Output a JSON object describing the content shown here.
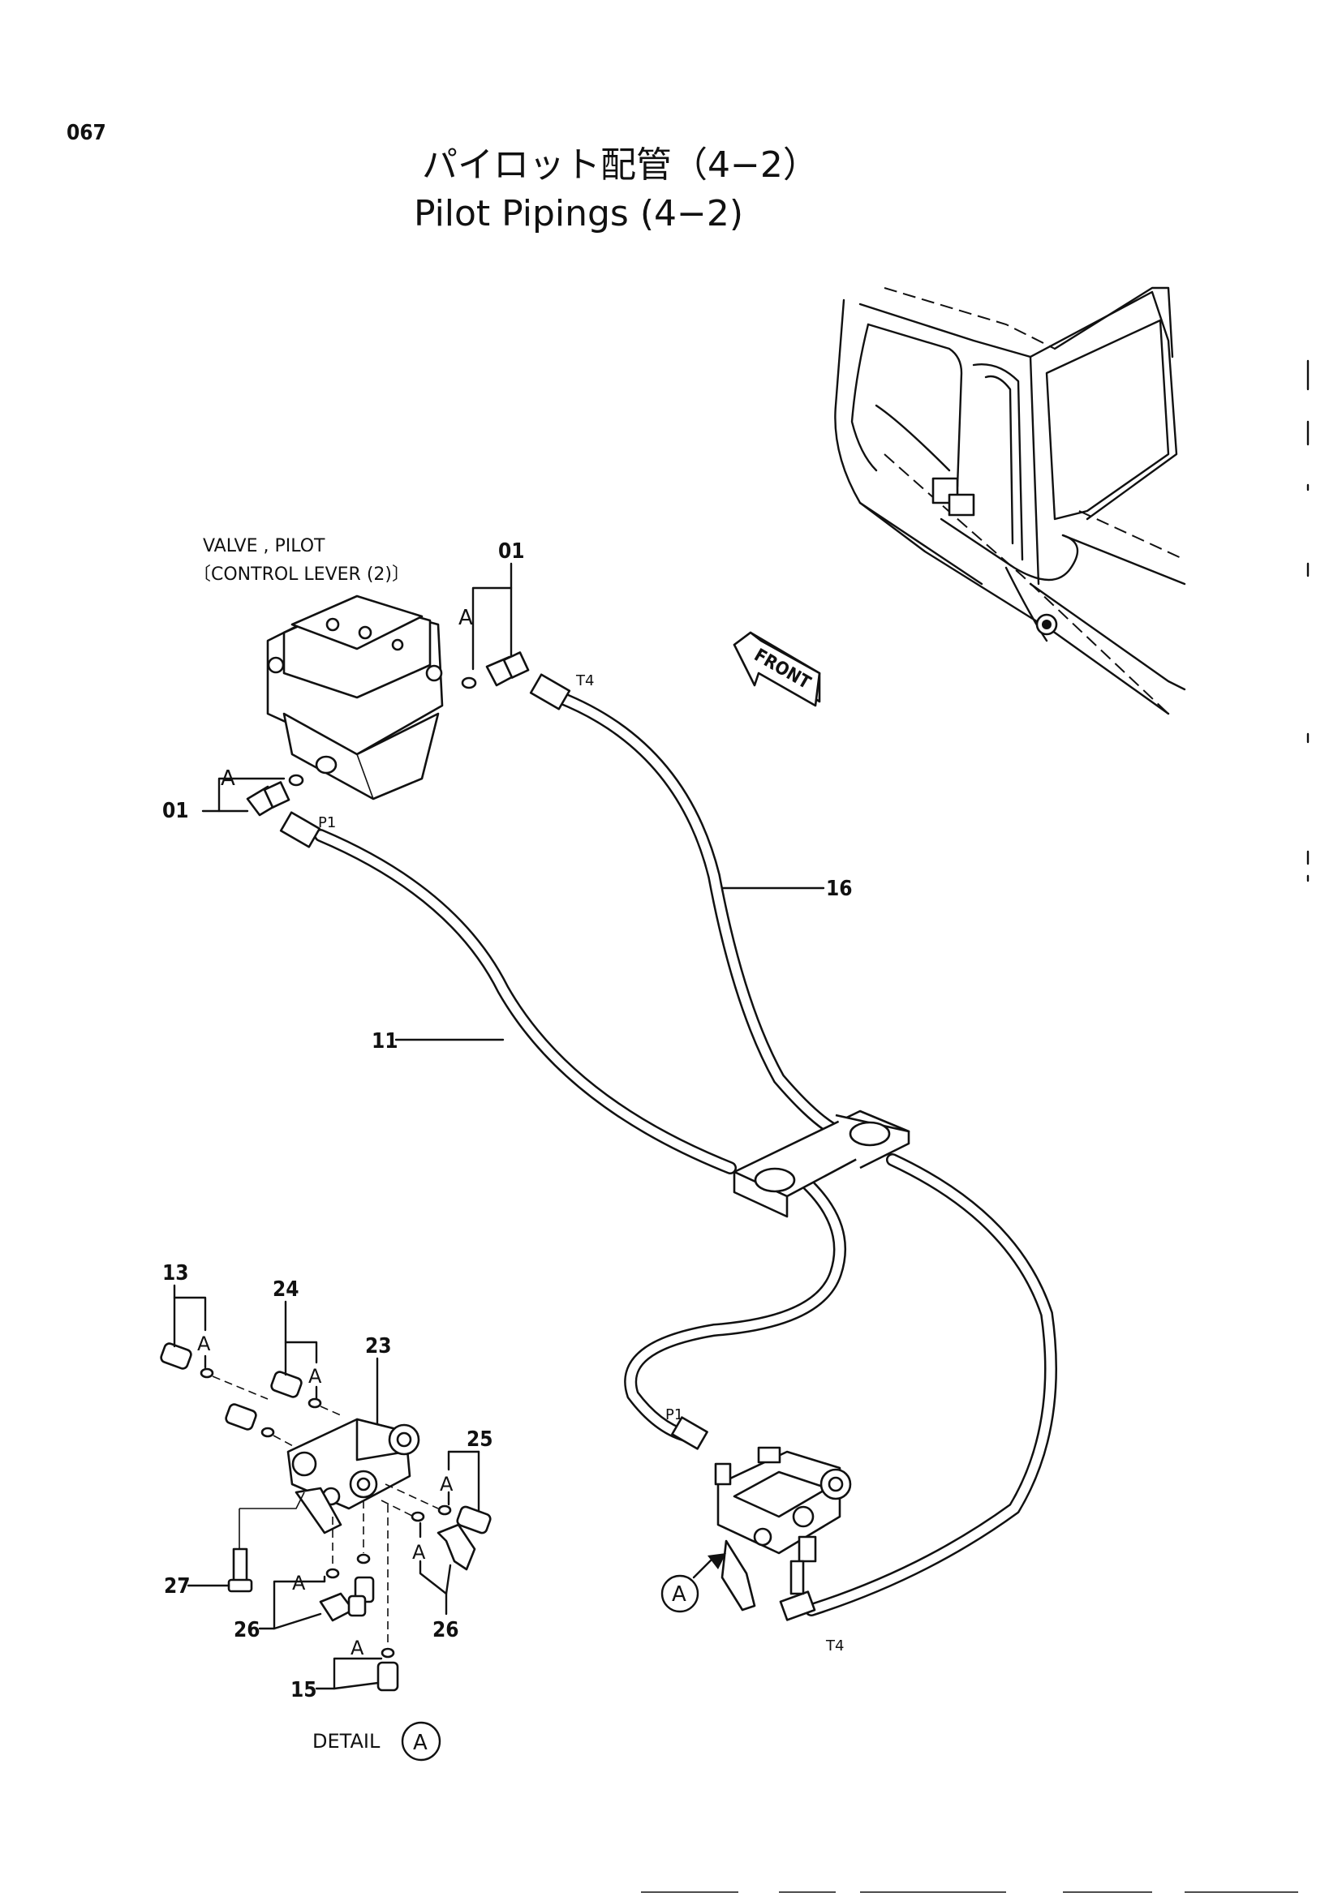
{
  "page_number": "067",
  "title_jp": "パイロット配管（4−2）",
  "title_en": "Pilot Pipings (4−2)",
  "valve_label_line1": "VALVE , PILOT",
  "valve_label_line2": "〔CONTROL  LEVER (2)〕",
  "front_label": "FRONT",
  "port_labels": {
    "t4_top": "T4",
    "p1_top": "P1",
    "p1_bottom": "P1",
    "t4_bottom": "T4"
  },
  "callouts": {
    "c01_top": "01",
    "c01_left": "01",
    "c11": "11",
    "c16": "16",
    "c13": "13",
    "c24": "24",
    "c23": "23",
    "c25": "25",
    "c26_right": "26",
    "c27": "27",
    "c26_left": "26",
    "c15": "15"
  },
  "ref_letter": "A",
  "detail_label": "DETAIL",
  "detail_ref": "A"
}
